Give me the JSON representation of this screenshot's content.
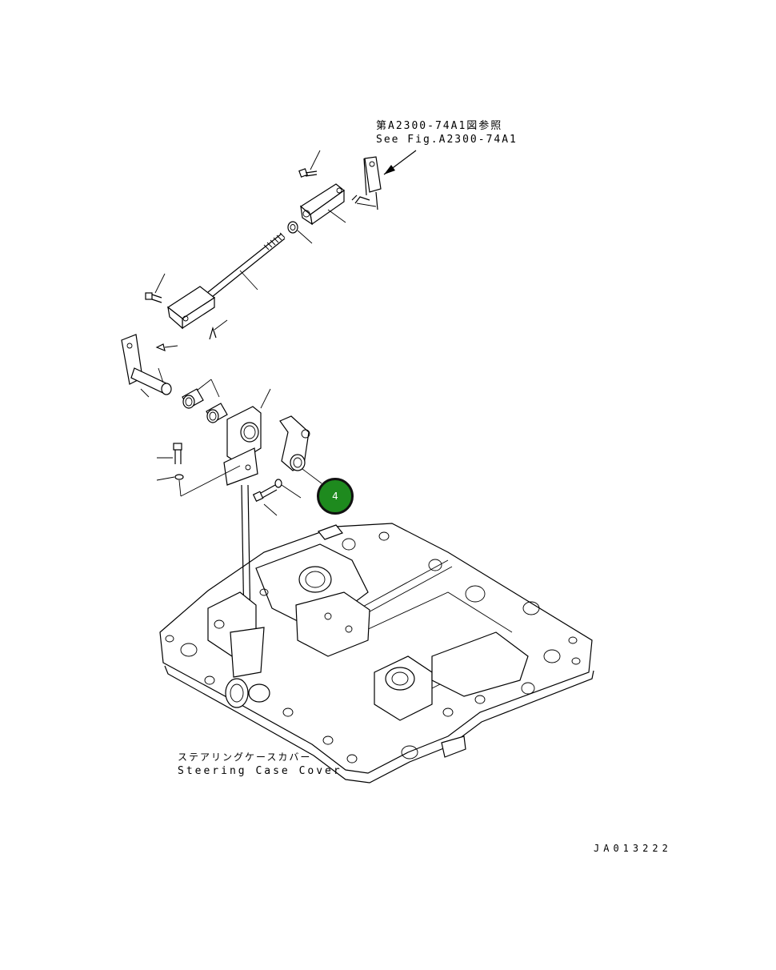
{
  "reference": {
    "japanese": "第A2300-74A1図参照",
    "english": "See Fig.A2300-74A1"
  },
  "cover_label": {
    "japanese": "ステアリングケースカバー",
    "english": "Steering Case Cover"
  },
  "drawing_number": "JA013222",
  "callouts": [
    {
      "number": "4",
      "color": "#1e8a1e"
    }
  ]
}
